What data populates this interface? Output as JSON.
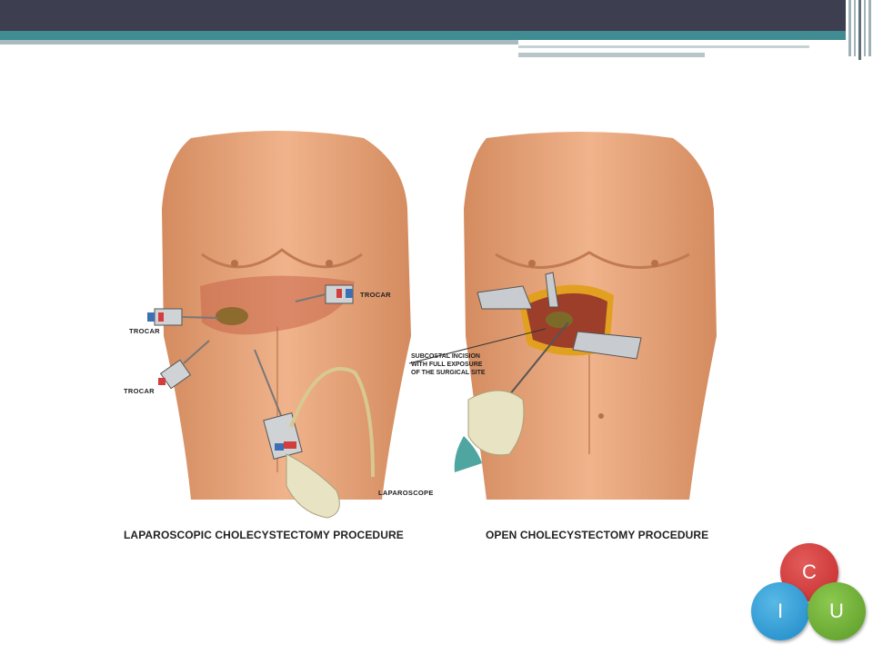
{
  "figure": {
    "left_panel": {
      "caption": "LAPAROSCOPIC CHOLECYSTECTOMY PROCEDURE",
      "labels": {
        "trocar_left_upper": "TROCAR",
        "trocar_left_lower": "TROCAR",
        "trocar_right": "TROCAR",
        "laparoscope": "LAPAROSCOPE"
      }
    },
    "right_panel": {
      "caption": "OPEN CHOLECYSTECTOMY PROCEDURE",
      "labels": {
        "incision": "SUBCOSTAL INCISION WITH FULL EXPOSURE OF THE SURGICAL SITE"
      }
    }
  },
  "logo": {
    "letters": [
      "C",
      "I",
      "U"
    ],
    "colors": {
      "c": "#d03a3a",
      "i": "#2b95d2",
      "u": "#6aab33"
    }
  },
  "colors": {
    "header_dark": "#3d3e50",
    "header_teal": "#418b93",
    "skin": "#e8a57c"
  }
}
